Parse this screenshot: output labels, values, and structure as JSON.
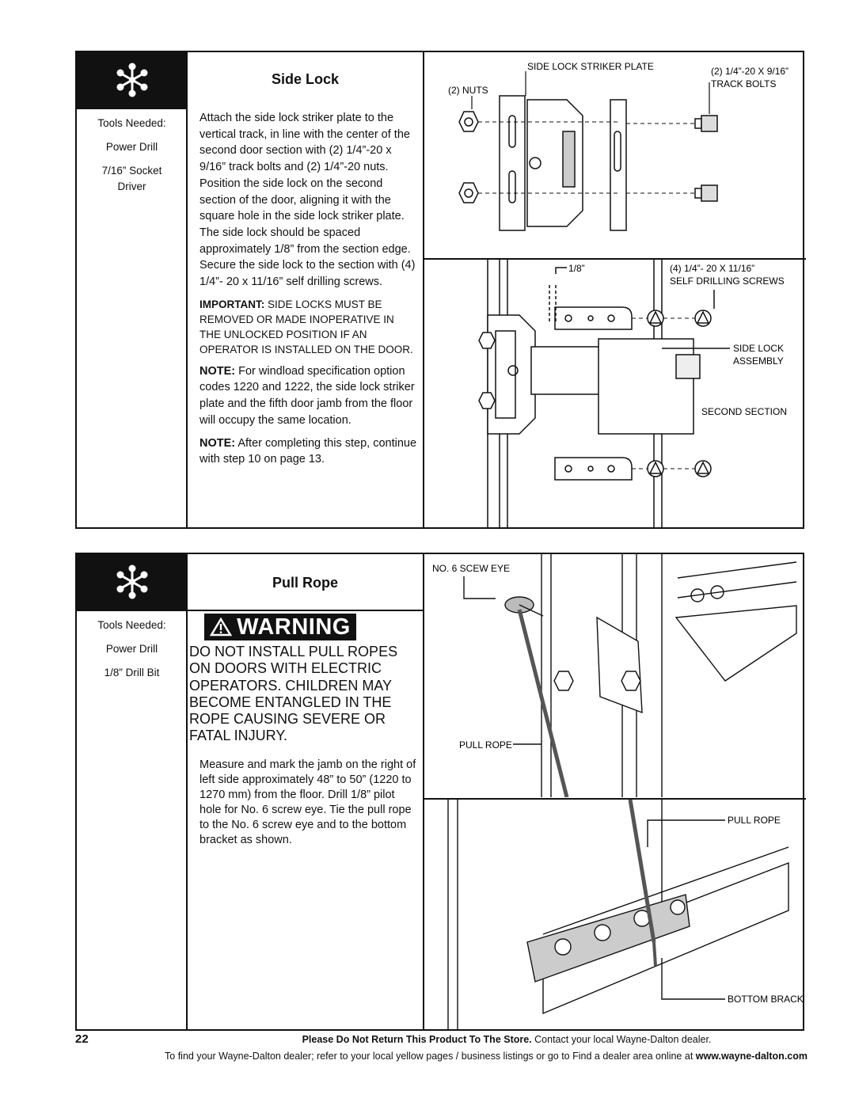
{
  "side_lock": {
    "title": "Side Lock",
    "tools_heading": "Tools Needed:",
    "tools": [
      "Power Drill",
      "7/16” Socket",
      "Driver"
    ],
    "para1": "Attach the side lock striker plate to the vertical track, in line with the center of the second door section with (2) 1/4”-20 x 9/16” track bolts and (2) 1/4”-20 nuts. Position the side lock on the second section of the door, aligning it with the square hole in the side lock striker plate. The side lock should be spaced approximately 1/8” from the section edge. Secure the side lock to the section with (4) 1/4”- 20 x 11/16” self drilling screws.",
    "important_label": "IMPORTANT:",
    "important_text": " SIDE LOCKS MUST BE REMOVED OR MADE INOPERATIVE IN THE UNLOCKED POSITION IF AN OPERATOR IS INSTALLED ON THE DOOR.",
    "note1_label": "NOTE:",
    "note1_text": " For windload specification option codes 1220 and 1222, the side lock striker plate and the fifth door jamb from the floor will occupy the same location.",
    "note2_label": "NOTE:",
    "note2_text": " After completing this step, continue with step 10 on page 13.",
    "diagram_labels": {
      "striker_plate": "SIDE LOCK STRIKER PLATE",
      "nuts": "(2) NUTS",
      "track_bolts_size": "(2) 1/4”-20 X 9/16”",
      "track_bolts": "TRACK BOLTS",
      "gap": "1/8”",
      "screws_size": "(4) 1/4”- 20 X 11/16”",
      "screws": "SELF DRILLING SCREWS",
      "side_lock_1": "SIDE LOCK",
      "side_lock_2": "ASSEMBLY",
      "second_section": "SECOND SECTION"
    }
  },
  "pull_rope": {
    "title": "Pull Rope",
    "tools_heading": "Tools Needed:",
    "tools": [
      "Power Drill",
      "1/8” Drill Bit"
    ],
    "warning_label": "WARNING",
    "warning_text": "DO NOT INSTALL PULL ROPES ON DOORS WITH ELECTRIC OPERATORS. CHILDREN MAY BECOME ENTANGLED IN THE ROPE CAUSING SEVERE OR FATAL INJURY.",
    "instructions": "Measure and mark the jamb on the right of left side approximately 48” to 50” (1220 to 1270 mm) from the floor. Drill 1/8” pilot hole for No. 6 screw eye. Tie the pull rope to the No. 6 screw eye and to the bottom bracket as shown.",
    "diagram_labels": {
      "screw_eye": "NO. 6 SCEW EYE",
      "pull_rope_1": "PULL ROPE",
      "pull_rope_2": "PULL ROPE",
      "bottom_bracket": "BOTTOM BRACKET"
    }
  },
  "footer": {
    "page_number": "22",
    "line1_bold": "Please Do Not Return This Product To The Store.",
    "line1_rest": " Contact your local Wayne-Dalton dealer.",
    "line2_text": "To find your Wayne-Dalton dealer; refer to your local yellow pages / business listings or go to Find a dealer area online at ",
    "line2_url": "www.wayne-dalton.com"
  }
}
